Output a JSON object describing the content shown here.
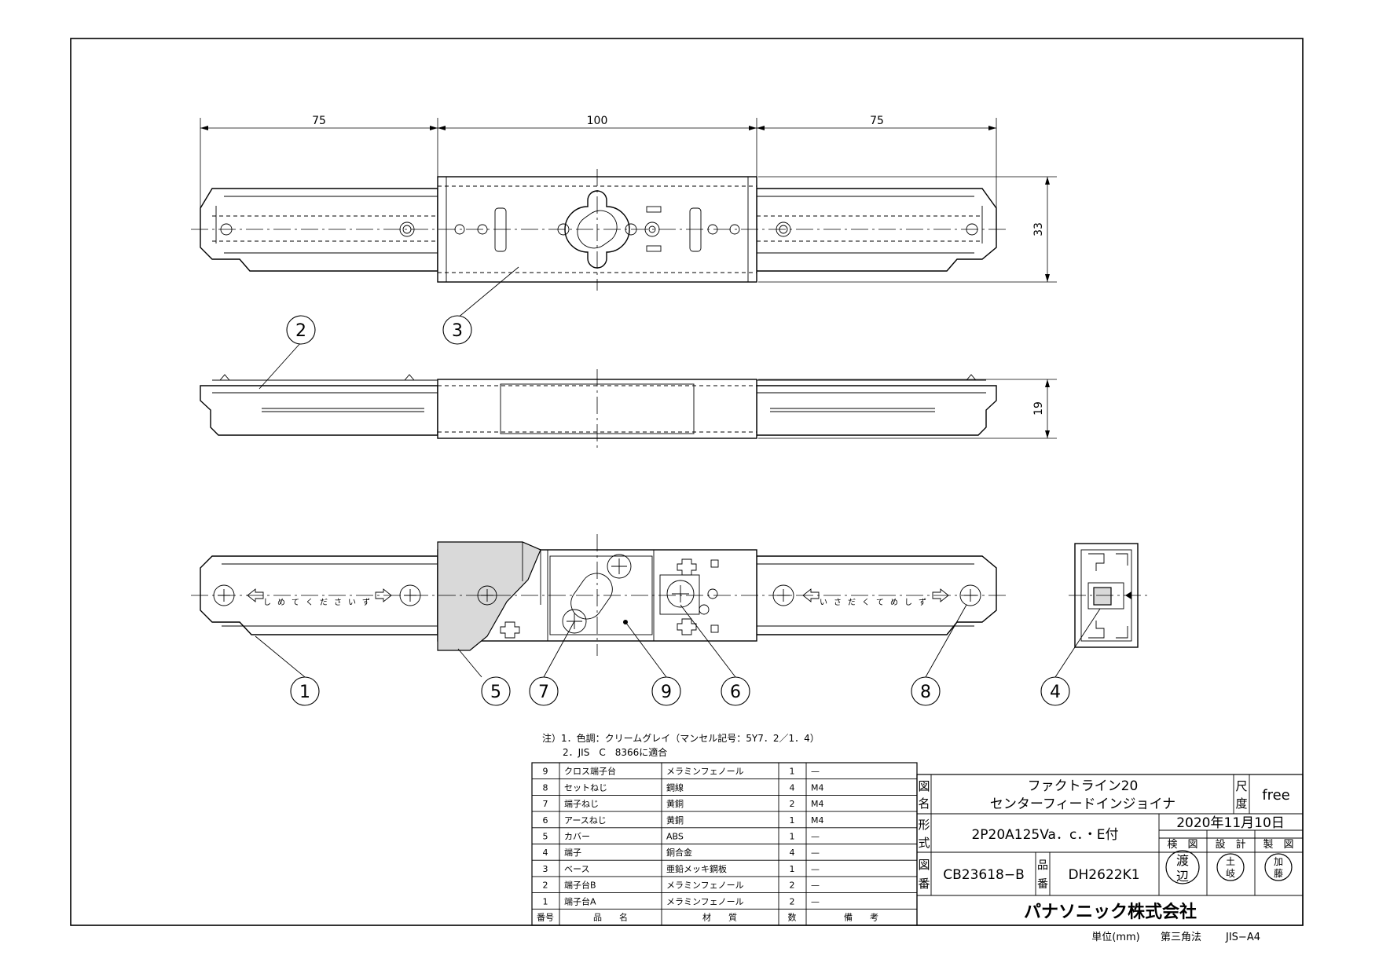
{
  "dimensions": {
    "left_length": "75",
    "center_length": "100",
    "right_length": "75",
    "top_height": "33",
    "side_height": "19"
  },
  "callouts": [
    "1",
    "2",
    "3",
    "4",
    "5",
    "6",
    "7",
    "8",
    "9"
  ],
  "notes": {
    "line1": "注）1．色調：クリームグレイ（マンセル記号：5Y7．2／1．4）",
    "line2": "2．JIS　C　8366に適合"
  },
  "parts_table": {
    "header": {
      "no": "番号",
      "name": "品　　名",
      "material": "材　　質",
      "qty": "数",
      "remarks": "備　　考"
    },
    "rows": [
      {
        "no": "9",
        "name": "クロス端子台",
        "material": "メラミンフェノール",
        "qty": "1",
        "remarks": "—"
      },
      {
        "no": "8",
        "name": "セットねじ",
        "material": "鋼線",
        "qty": "4",
        "remarks": "M4"
      },
      {
        "no": "7",
        "name": "端子ねじ",
        "material": "黄銅",
        "qty": "2",
        "remarks": "M4"
      },
      {
        "no": "6",
        "name": "アースねじ",
        "material": "黄銅",
        "qty": "1",
        "remarks": "M4"
      },
      {
        "no": "5",
        "name": "カバー",
        "material": "ABS",
        "qty": "1",
        "remarks": "—"
      },
      {
        "no": "4",
        "name": "端子",
        "material": "銅合金",
        "qty": "4",
        "remarks": "—"
      },
      {
        "no": "3",
        "name": "ベース",
        "material": "亜鉛メッキ鋼板",
        "qty": "1",
        "remarks": "—"
      },
      {
        "no": "2",
        "name": "端子台B",
        "material": "メラミンフェノール",
        "qty": "2",
        "remarks": "—"
      },
      {
        "no": "1",
        "name": "端子台A",
        "material": "メラミンフェノール",
        "qty": "2",
        "remarks": "—"
      }
    ]
  },
  "title_block": {
    "zumei_label_1": "図",
    "zumei_label_2": "名",
    "title_line1": "ファクトライン20",
    "title_line2": "センターフィードインジョイナ",
    "scale_label_1": "尺",
    "scale_label_2": "度",
    "scale_value": "free",
    "model_label_1": "形",
    "model_label_2": "式",
    "model_value": "2P20A125Va．c．・E付",
    "date": "2020年11月10日",
    "roles": [
      "検　図",
      "設　計",
      "製　図"
    ],
    "zuban_label_1": "図",
    "zuban_label_2": "番",
    "drawing_no": "CB23618−B",
    "hinban_label_1": "品",
    "hinban_label_2": "番",
    "part_no": "DH2622K1",
    "stamps": [
      "渡辺",
      "土岐",
      "加藤"
    ],
    "company": "パナソニック株式会社"
  },
  "footer": {
    "unit": "単位(mm)",
    "projection": "第三角法",
    "paper": "JIS−A4"
  },
  "terminal_labels": {
    "left": [
      "し",
      "め",
      "て",
      "く",
      "だ",
      "さ",
      "い",
      "ず"
    ],
    "right": [
      "い",
      "さ",
      "だ",
      "く",
      "て",
      "め",
      "し",
      "ず"
    ]
  }
}
